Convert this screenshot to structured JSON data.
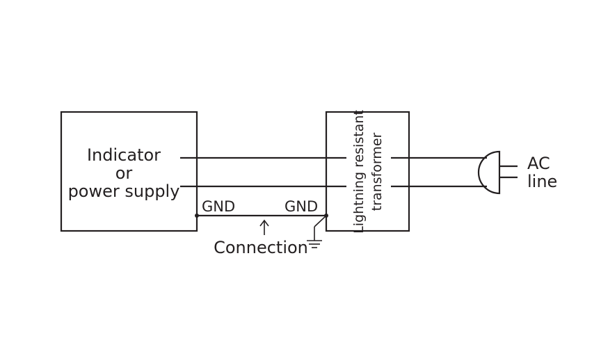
{
  "diagram": {
    "indicator_box": {
      "line1": "Indicator",
      "line2": "or",
      "line3": "power supply"
    },
    "transformer_box": {
      "line1": "Lightning resistant",
      "line2": "transformer"
    },
    "gnd_left": "GND",
    "gnd_right": "GND",
    "connection_label": "Connection",
    "ac_line": {
      "line1": "AC",
      "line2": "line"
    }
  }
}
